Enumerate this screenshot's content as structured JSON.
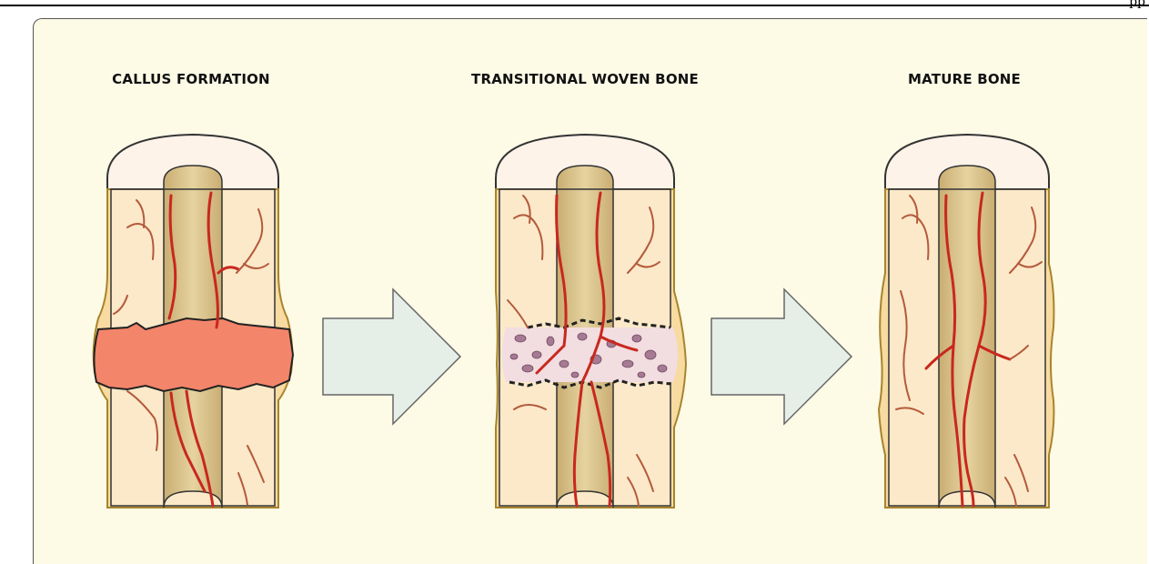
{
  "header": {
    "corner_text": "pp"
  },
  "stages": [
    {
      "title": "CALLUS FORMATION"
    },
    {
      "title": "TRANSITIONAL WOVEN BONE"
    },
    {
      "title": "MATURE BONE"
    }
  ],
  "colors": {
    "panel_bg": "#fdfbe6",
    "bone_fill": "#fbe9c9",
    "marrow_fill": "#d9c18c",
    "cap_fill": "#fdf3e9",
    "periosteum": "#c9a24a",
    "callus": "#f3856a",
    "vessel": "#c8281e",
    "woven": "#b08aa0",
    "arrow_fill": "#e6eee8"
  },
  "icons": {
    "arrow_1": "right-arrow-icon",
    "arrow_2": "right-arrow-icon"
  }
}
